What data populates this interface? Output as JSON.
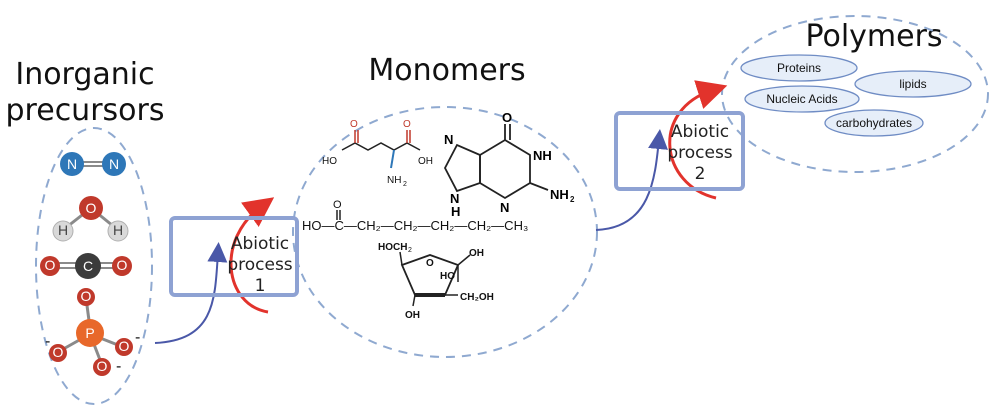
{
  "titles": {
    "inorganic_line1": "Inorganic",
    "inorganic_line2": "precursors",
    "monomers": "Monomers",
    "polymers": "Polymers"
  },
  "process1": {
    "line1": "Abiotic",
    "line2": "process",
    "line3": "1"
  },
  "process2": {
    "line1": "Abiotic",
    "line2": "process",
    "line3": "2"
  },
  "atoms": {
    "N": "N",
    "O": "O",
    "H": "H",
    "C": "C",
    "P": "P",
    "minus": "-"
  },
  "amino_acid": {
    "HO": "HO",
    "OH": "OH",
    "O": "O",
    "NH": "NH",
    "sub2": "2"
  },
  "guanine": {
    "O": "O",
    "N": "N",
    "NH": "NH",
    "H": "H",
    "NH2": "NH",
    "sub2": "2"
  },
  "fatty_acid": {
    "chain": "HO—C—CH₂—CH₂—CH₂—CH₂—CH₃",
    "O": "O"
  },
  "sugar": {
    "HOCH2": "HOCH",
    "sub2": "2",
    "O": "O",
    "OH": "OH",
    "HO": "HO",
    "CH2OH": "CH₂OH"
  },
  "polymers_list": [
    "Proteins",
    "lipids",
    "Nucleic Acids",
    "carbohydrates"
  ],
  "colors": {
    "dashed": "#8fa9d0",
    "process_box": "#8ea2d3",
    "red_arrow": "#e2332c",
    "blue_arrow": "#4a58a8",
    "nitrogen": "#2e77b8",
    "oxygen": "#c0392b",
    "hydrogen": "#d9d9d9",
    "carbon": "#3c3c3c",
    "phosphorus": "#e8682a",
    "polymer_fill": "#e6eef9"
  }
}
